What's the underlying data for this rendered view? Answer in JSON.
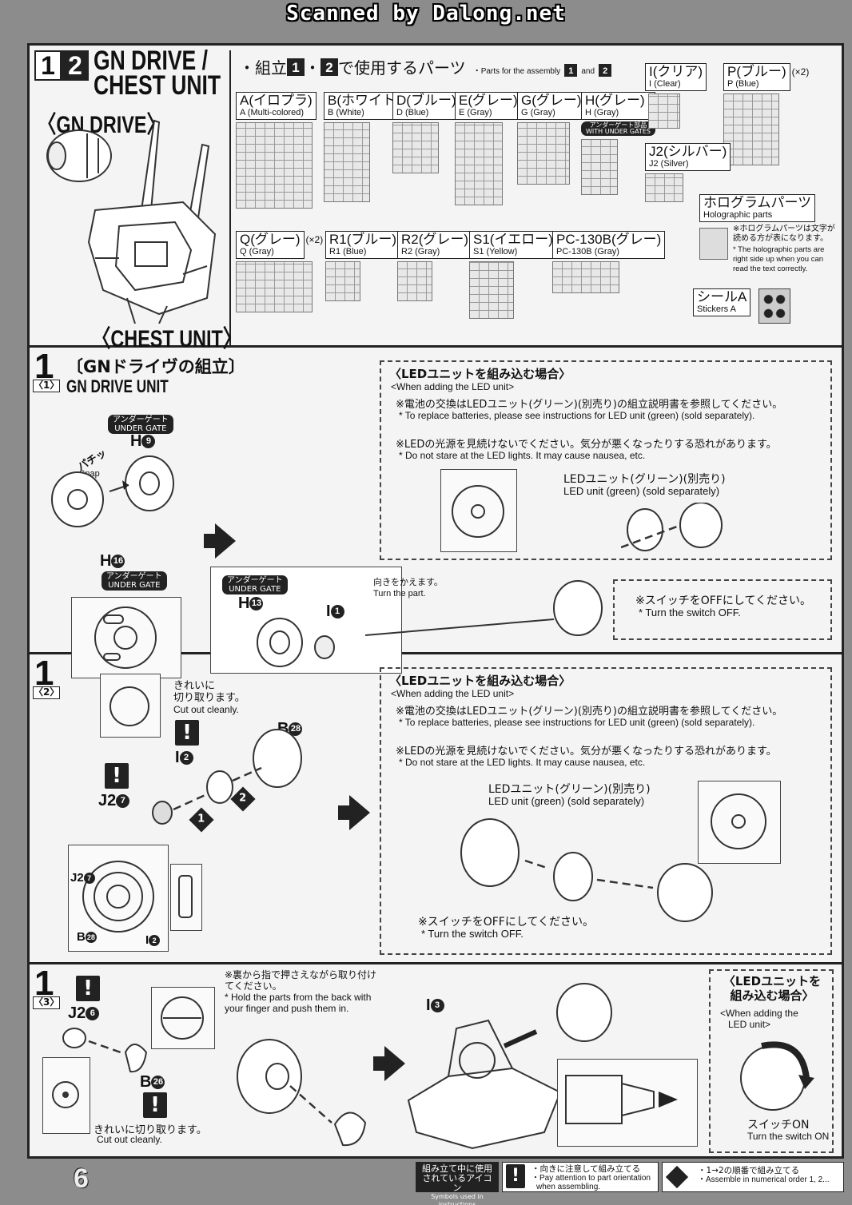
{
  "scan_credit": "Scanned by Dalong.net",
  "header": {
    "steps": [
      "1",
      "2"
    ],
    "title_line1": "GN DRIVE /",
    "title_line2": "CHEST UNIT",
    "gn_drive_label": "〈GN DRIVE〉",
    "chest_unit_label": "〈CHEST UNIT〉"
  },
  "parts_heading": {
    "prefix": "・組立",
    "n1": "1",
    "sep": "・",
    "n2": "2",
    "suffix": "で使用するパーツ",
    "en_prefix": "・Parts for the assembly",
    "en_n1": "1",
    "en_and": "and",
    "en_n2": "2"
  },
  "parts": {
    "A": {
      "l1": "A(イロプラ)",
      "l2": "A (Multi-colored)"
    },
    "B": {
      "l1": "B(ホワイト)",
      "l2": "B (White)"
    },
    "D": {
      "l1": "D(ブルー)",
      "l2": "D (Blue)"
    },
    "E": {
      "l1": "E(グレー)",
      "l2": "E (Gray)"
    },
    "G": {
      "l1": "G(グレー)",
      "l2": "G (Gray)"
    },
    "H": {
      "l1": "H(グレー)",
      "l2": "H (Gray)",
      "tag1": "アンダーゲート部品",
      "tag2": "WITH UNDER GATES"
    },
    "I": {
      "l1": "I(クリア)",
      "l2": "I (Clear)"
    },
    "P": {
      "l1": "P(ブルー)",
      "l2": "P (Blue)",
      "qty": "(×2)"
    },
    "J2": {
      "l1": "J2(シルバー)",
      "l2": "J2 (Silver)"
    },
    "Q": {
      "l1": "Q(グレー)",
      "l2": "Q (Gray)",
      "qty": "(×2)"
    },
    "R1": {
      "l1": "R1(ブルー)",
      "l2": "R1 (Blue)"
    },
    "R2": {
      "l1": "R2(グレー)",
      "l2": "R2 (Gray)"
    },
    "S1": {
      "l1": "S1(イエロー)",
      "l2": "S1 (Yellow)"
    },
    "PC": {
      "l1": "PC-130B(グレー)",
      "l2": "PC-130B (Gray)"
    },
    "holo": {
      "l1": "ホログラムパーツ",
      "l2": "Holographic parts"
    },
    "sticker": {
      "l1": "シールA",
      "l2": "Stickers A"
    }
  },
  "holo_note": {
    "jp": "※ホログラムパーツは文字が読める方が表になります。",
    "en": "* The holographic parts are right side up when you can read the text correctly."
  },
  "step1_1": {
    "num": "1",
    "sub": "〈1〉",
    "title_jp": "〔GNドライヴの組立〕",
    "title_en": "GN DRIVE UNIT",
    "gate_jp": "アンダーゲート",
    "gate_en": "UNDER GATE",
    "part_h9": "H",
    "n9": "9",
    "part_h16": "H",
    "n16": "16",
    "part_h13": "H",
    "n13": "13",
    "snap_jp": "パチッ",
    "snap_en": "Snap",
    "part_i1": "I",
    "n1": "1",
    "turn_jp": "向きをかえます。",
    "turn_en": "Turn the part.",
    "led_title_jp": "〈LEDユニットを組み込む場合〉",
    "led_title_en": "<When adding the LED unit>",
    "led_note1_jp": "※電池の交換はLEDユニット(グリーン)(別売り)の組立説明書を参照してください。",
    "led_note1_en": "* To replace batteries, please see instructions for LED unit (green) (sold separately).",
    "led_note2_jp": "※LEDの光源を見続けないでください。気分が悪くなったりする恐れがあります。",
    "led_note2_en": "* Do not stare at the LED lights. It may cause nausea, etc.",
    "led_unit_jp": "LEDユニット(グリーン)(別売り)",
    "led_unit_en": "LED unit (green) (sold separately)",
    "switch_jp": "※スイッチをOFFにしてください。",
    "switch_en": "* Turn the switch OFF."
  },
  "step1_2": {
    "num": "1",
    "sub": "〈2〉",
    "cut_jp1": "きれいに",
    "cut_jp2": "切り取ります。",
    "cut_en": "Cut out cleanly.",
    "part_b28": "B",
    "n28": "28",
    "part_i2": "I",
    "n2": "2",
    "part_j27": "J2",
    "n7": "7",
    "order1": "1",
    "order2": "2",
    "lbl_j2": "J2",
    "lbl_b": "B",
    "lbl_i": "I",
    "led_title_jp": "〈LEDユニットを組み込む場合〉",
    "led_title_en": "<When adding the LED unit>",
    "led_note1_jp": "※電池の交換はLEDユニット(グリーン)(別売り)の組立説明書を参照してください。",
    "led_note1_en": "* To replace batteries, please see instructions for LED unit (green) (sold separately).",
    "led_note2_jp": "※LEDの光源を見続けないでください。気分が悪くなったりする恐れがあります。",
    "led_note2_en": "* Do not stare at the LED lights. It may cause nausea, etc.",
    "led_unit_jp": "LEDユニット(グリーン)(別売り)",
    "led_unit_en": "LED unit (green) (sold separately)",
    "switch_jp": "※スイッチをOFFにしてください。",
    "switch_en": "* Turn the switch OFF."
  },
  "step1_3": {
    "num": "1",
    "sub": "〈3〉",
    "part_j26": "J2",
    "n6": "6",
    "part_b26": "B",
    "n26": "26",
    "cut_jp": "きれいに切り取ります。",
    "cut_en": "Cut out cleanly.",
    "hold_jp": "※裏から指で押さえながら取り付けてください。",
    "hold_en": "* Hold the parts from the back with your finger and push them in.",
    "part_i3": "I",
    "n3": "3",
    "led_title_jp1": "〈LEDユニットを",
    "led_title_jp2": "組み込む場合〉",
    "led_title_en1": "<When adding the",
    "led_title_en2": "LED unit>",
    "switch_on_jp": "スイッチON",
    "switch_on_en": "Turn the switch ON"
  },
  "footer": {
    "page": "6",
    "legend_jp1": "組み立て中に使用",
    "legend_jp2": "されているアイコン",
    "legend_en": "Symbols used in instructions",
    "orient_jp": "・向きに注意して組み立てる",
    "orient_en1": "・Pay attention to part orientation",
    "orient_en2": "when assembling.",
    "order_jp": "・1→2の順番で組み立てる",
    "order_en": "・Assemble in numerical order 1, 2..."
  },
  "icons": [
    "warning-icon",
    "order-icon",
    "arrow-right-icon"
  ]
}
